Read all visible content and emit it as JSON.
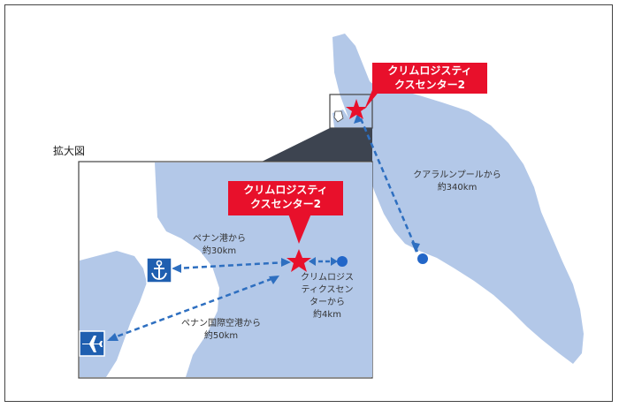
{
  "inset_title": "拡大図",
  "main_callout": {
    "line1": "クリムロジスティ",
    "line2": "クスセンター2"
  },
  "inset_callout": {
    "line1": "クリムロジスティ",
    "line2": "クスセンター2"
  },
  "labels": {
    "kl": {
      "line1": "クアラルンプールから",
      "line2": "約340km"
    },
    "port": {
      "line1": "ペナン港から",
      "line2": "約30km"
    },
    "airport": {
      "line1": "ペナン国際空港から",
      "line2": "約50km"
    },
    "center": {
      "line1": "クリムロジス",
      "line2": "ティクスセン",
      "line3": "ターから",
      "line4": "約4km"
    }
  },
  "colors": {
    "land": "#b3c8e8",
    "sea": "#ffffff",
    "route": "#2e6fc0",
    "marker": "#2266c8",
    "star": "#e8102b",
    "callout": "#e8102b",
    "icon_bg": "#1f5fb0"
  },
  "icons": [
    "anchor-icon",
    "airplane-icon",
    "star-icon",
    "dot-icon"
  ]
}
